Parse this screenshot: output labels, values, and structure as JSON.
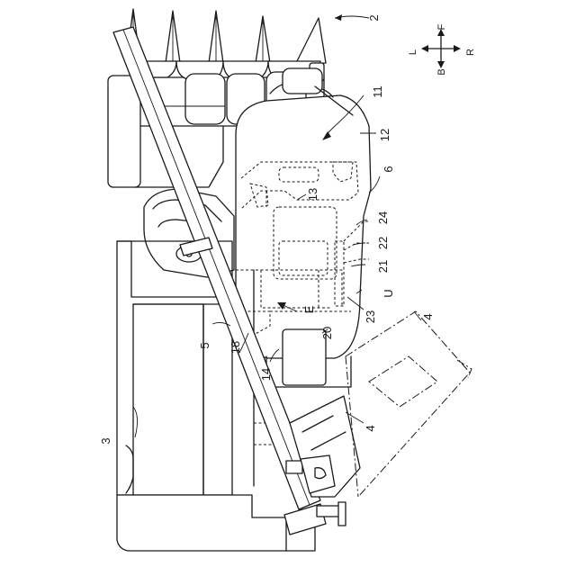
{
  "figure": {
    "compass": {
      "front": "F",
      "back": "B",
      "left": "L",
      "right": "R"
    },
    "labels": {
      "n2": "2",
      "n3": "3",
      "n4a": "4",
      "n4b": "4",
      "n5": "5",
      "n6": "6",
      "n11": "11",
      "n12": "12",
      "n13": "13",
      "n14": "14",
      "n18": "18",
      "n20": "20",
      "n21": "21",
      "n22": "22",
      "n23": "23",
      "n24": "24",
      "nE": "E",
      "nU": "U"
    }
  }
}
